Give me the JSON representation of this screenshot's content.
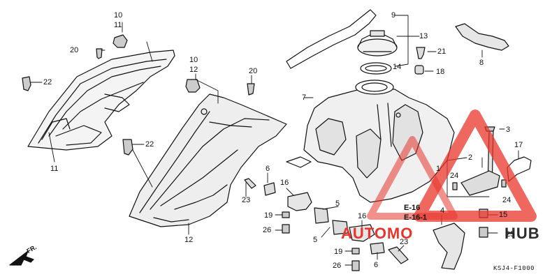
{
  "labels": {
    "l9": "9",
    "l13": "13",
    "l14": "14",
    "l21": "21",
    "l18": "18",
    "l8": "8",
    "l7": "7",
    "l3": "3",
    "l17": "17",
    "l2": "2",
    "l1": "1",
    "l24a": "24",
    "l24b": "24",
    "l15": "15",
    "l25": "25",
    "l4": "4",
    "l10a": "10",
    "l11a": "11",
    "l20a": "20",
    "l22a": "22",
    "l11b": "11",
    "l10b": "10",
    "l12a": "12",
    "l20b": "20",
    "l22b": "22",
    "l12b": "12",
    "l6a": "6",
    "l23a": "23",
    "l16a": "16",
    "l19a": "19",
    "l26a": "26",
    "l5a": "5",
    "l5b": "5",
    "l16b": "16",
    "l23b": "23",
    "l19b": "19",
    "l26b": "26",
    "l6b": "6"
  },
  "refs": {
    "e16": "E-16",
    "e161": "E-16-1"
  },
  "direction": "FR.",
  "diagram_code": "KSJ4-F1000",
  "watermark": {
    "left": "AUTOMO",
    "right": "HUB",
    "color": "#e8352b"
  }
}
